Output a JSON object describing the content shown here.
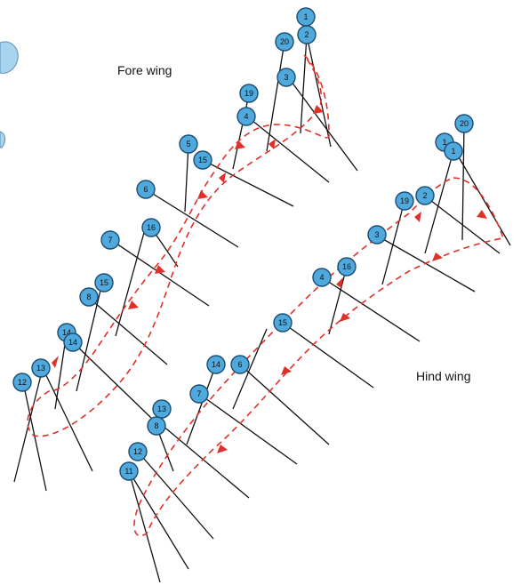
{
  "labels": {
    "fore_wing": "Fore wing",
    "hind_wing": "Hind wing"
  },
  "colors": {
    "marker_fill": "#4fa9dc",
    "marker_stroke": "#1b4d73",
    "trajectory": "#e0302a",
    "wing_line": "#111111"
  },
  "fore_wing_markers": [
    "1",
    "20",
    "2",
    "3",
    "19",
    "4",
    "5",
    "15",
    "6",
    "16",
    "7",
    "15",
    "8",
    "14",
    "13",
    "12"
  ],
  "hind_wing_markers": [
    "20",
    "1",
    "19",
    "2",
    "3",
    "4",
    "16",
    "15",
    "6",
    "14",
    "7",
    "13",
    "8",
    "12",
    "11"
  ]
}
